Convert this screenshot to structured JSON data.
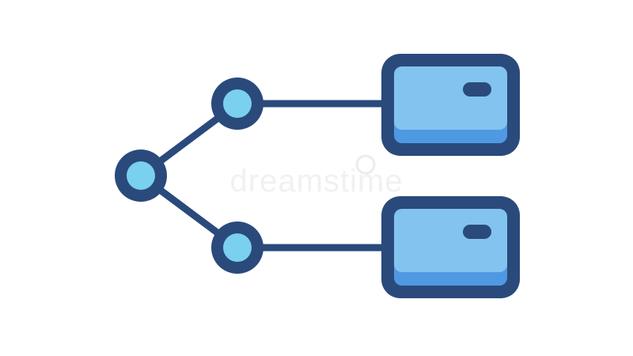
{
  "watermark": {
    "text": "dreamstime"
  },
  "icon": {
    "name": "hierarchy-tree-icon",
    "nodes": [
      {
        "id": "root-node"
      },
      {
        "id": "top-branch-node"
      },
      {
        "id": "bottom-branch-node"
      }
    ],
    "boxes": [
      {
        "id": "top-folder-box"
      },
      {
        "id": "bottom-folder-box"
      }
    ]
  },
  "colors": {
    "outline": "#2a4a7c",
    "node_fill": "#7ad0ef",
    "box_fill": "#82c3ef",
    "box_shade": "#4f99e3",
    "background": "#ffffff"
  }
}
